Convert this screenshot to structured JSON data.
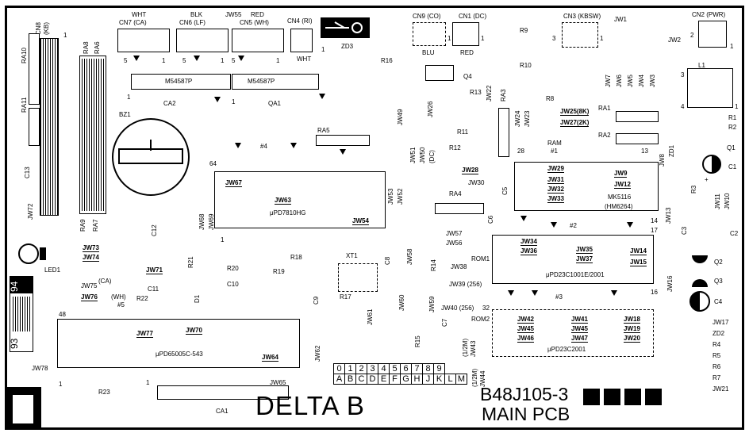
{
  "board": {
    "title": "DELTA B",
    "part_number": "B48J105-3",
    "subtitle": "MAIN PCB",
    "logo_label": "ZD3",
    "legend_digits": [
      "0",
      "1",
      "2",
      "3",
      "4",
      "5",
      "6",
      "7",
      "8",
      "9"
    ],
    "legend_letters": [
      "A",
      "B",
      "C",
      "D",
      "E",
      "F",
      "G",
      "H",
      "J",
      "K",
      "L",
      "M"
    ]
  },
  "connectors": {
    "cn8": "CN8",
    "cn8_sub": "(KB)",
    "cn7": "CN7 (CA)",
    "cn7_color": "WHT",
    "cn6": "CN6 (LF)",
    "cn6_color": "BLK",
    "cn5": "CN5 (WH)",
    "cn5_color": "RED",
    "cn4": "CN4 (RI)",
    "cn4_color": "WHT",
    "cn9": "CN9 (CO)",
    "cn9_color": "BLU",
    "cn1": "CN1 (DC)",
    "cn1_color": "RED",
    "cn3": "CN3 (KBSW)",
    "cn2": "CN2 (PWR)"
  },
  "ics": {
    "m1": "M54587P",
    "m2": "M54587P",
    "cpu": "μPD7810HG",
    "ram": "MK5116",
    "ram_alt": "(HM6264)",
    "rom1_chip": "μPD23C1001E/2001",
    "rom2_chip": "μPD23C2001",
    "lcd": "μPD65005C-543",
    "rom1": "ROM1",
    "rom2": "ROM2",
    "ram_label": "RAM",
    "ram_num": "#1",
    "socket2": "#2",
    "socket3": "#3",
    "socket4": "#4",
    "socket5": "#5"
  },
  "labels": {
    "JW55": "JW55",
    "JW1": "JW1",
    "JW2": "JW2",
    "JW3": "JW3",
    "JW4": "JW4",
    "JW5": "JW5",
    "JW6": "JW6",
    "JW7": "JW7",
    "JW8": "JW8",
    "JW9": "JW9",
    "JW10": "JW10",
    "JW11": "JW11",
    "JW12": "JW12",
    "JW13": "JW13",
    "JW14": "JW14",
    "JW15": "JW15",
    "JW16": "JW16",
    "JW17": "JW17",
    "JW18": "JW18",
    "JW19": "JW19",
    "JW20": "JW20",
    "JW21": "JW21",
    "JW22": "JW22",
    "JW23": "JW23",
    "JW24": "JW24",
    "JW25": "JW25(8K)",
    "JW26": "JW26",
    "JW27": "JW27(2K)",
    "JW28": "JW28",
    "JW29": "JW29",
    "JW30": "JW30",
    "JW31": "JW31",
    "JW32": "JW32",
    "JW33": "JW33",
    "JW34": "JW34",
    "JW35": "JW35",
    "JW36": "JW36",
    "JW37": "JW37",
    "JW38": "JW38",
    "JW39": "JW39 (256)",
    "JW40": "JW40 (256)",
    "JW41": "JW41",
    "JW42": "JW42",
    "JW43": "JW43",
    "JW43b": "(1/2M)",
    "JW44": "JW44",
    "JW44b": "(1/2M)",
    "JW45": "JW45",
    "JW46": "JW46",
    "JW47": "JW47",
    "JW49": "JW49",
    "JW50": "JW50",
    "JW50b": "(DC)",
    "JW51": "JW51",
    "JW52": "JW52",
    "JW53": "JW53",
    "JW54": "JW54",
    "JW56": "JW56",
    "JW57": "JW57",
    "JW58": "JW58",
    "JW59": "JW59",
    "JW60": "JW60",
    "JW61": "JW61",
    "JW62": "JW62",
    "JW63": "JW63",
    "JW64": "JW64",
    "JW65": "JW65",
    "JW67": "JW67",
    "JW68": "JW68",
    "JW69": "JW69",
    "JW70": "JW70",
    "JW71": "JW71",
    "JW72": "JW72",
    "JW73": "JW73",
    "JW74": "JW74",
    "JW75": "JW75",
    "JW75b": "(CA)",
    "JW76": "JW76",
    "JW76b": "(WH)",
    "JW77": "JW77",
    "JW78": "JW78",
    "RA1": "RA1",
    "RA2": "RA2",
    "RA3": "RA3",
    "RA4": "RA4",
    "RA5": "RA5",
    "RA6": "RA6",
    "RA7": "RA7",
    "RA8": "RA8",
    "RA9": "RA9",
    "RA10": "RA10",
    "RA11": "RA11",
    "R1": "R1",
    "R2": "R2",
    "R3": "R3",
    "R4": "R4",
    "R5": "R5",
    "R6": "R6",
    "R7": "R7",
    "R8": "R8",
    "R9": "R9",
    "R10": "R10",
    "R11": "R11",
    "R12": "R12",
    "R13": "R13",
    "R14": "R14",
    "R15": "R15",
    "R16": "R16",
    "R17": "R17",
    "R18": "R18",
    "R19": "R19",
    "R20": "R20",
    "R21": "R21",
    "R22": "R22",
    "R23": "R23",
    "C1": "C1",
    "C2": "C2",
    "C3": "C3",
    "C4": "C4",
    "C5": "C5",
    "C6": "C6",
    "C7": "C7",
    "C8": "C8",
    "C9": "C9",
    "C10": "C10",
    "C11": "C11",
    "C12": "C12",
    "C13": "C13",
    "Q1": "Q1",
    "Q2": "Q2",
    "Q3": "Q3",
    "Q4": "Q4",
    "ZD1": "ZD1",
    "ZD2": "ZD2",
    "D1": "D1",
    "L1": "L1",
    "LED1": "LED1",
    "BZ1": "BZ1",
    "XT1": "XT1",
    "CA1": "CA1",
    "CA2": "CA2",
    "QA1": "QA1",
    "pin1": "1",
    "pin2": "2",
    "pin3": "3",
    "pin4": "4",
    "pin5": "5",
    "pin13": "13",
    "pin14": "14",
    "pin16": "16",
    "pin17": "17",
    "pin28": "28",
    "pin32": "32",
    "pin48": "48",
    "pin64": "64",
    "n93": "93",
    "n94": "94",
    "plus": "+"
  }
}
